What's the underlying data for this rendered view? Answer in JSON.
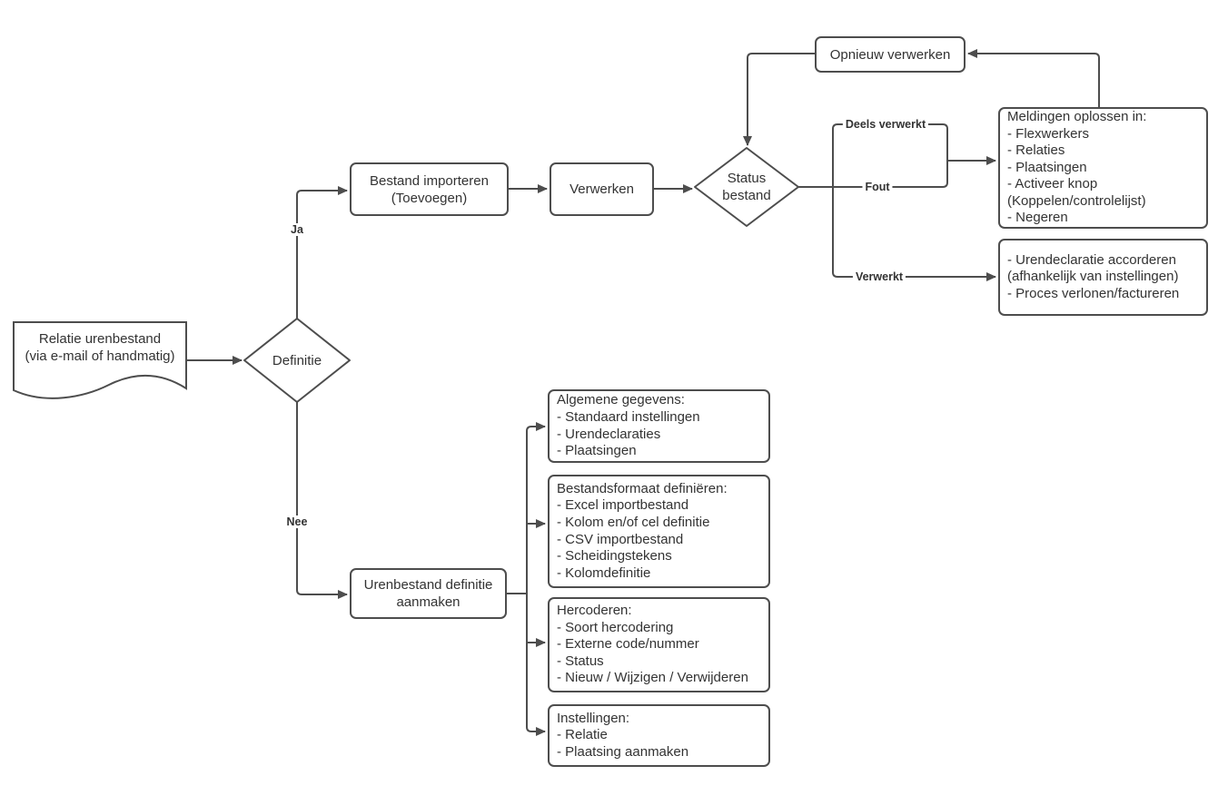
{
  "diagram": {
    "colors": {
      "stroke": "#4d4d4d",
      "text": "#333333",
      "background": "#ffffff"
    },
    "nodes": {
      "relatie_urenbestand": {
        "line1": "Relatie urenbestand",
        "line2": "(via e-mail of handmatig)"
      },
      "definitie": {
        "label": "Definitie"
      },
      "bestand_importeren": {
        "line1": "Bestand importeren",
        "line2": "(Toevoegen)"
      },
      "verwerken": {
        "label": "Verwerken"
      },
      "status_bestand": {
        "line1": "Status",
        "line2": "bestand"
      },
      "opnieuw_verwerken": {
        "label": "Opnieuw verwerken"
      },
      "meldingen": {
        "title": "Meldingen oplossen in:",
        "lines": [
          "- Flexwerkers",
          "- Relaties",
          "- Plaatsingen",
          "- Activeer knop",
          "(Koppelen/controlelijst)",
          "- Negeren"
        ]
      },
      "verwerkt_acties": {
        "lines": [
          "- Urendeclaratie accorderen",
          "(afhankelijk van instellingen)",
          "- Proces verlonen/factureren"
        ]
      },
      "urenbestand_definitie": {
        "line1": "Urenbestand definitie",
        "line2": "aanmaken"
      },
      "algemene_gegevens": {
        "title": "Algemene gegevens:",
        "lines": [
          "- Standaard instellingen",
          "- Urendeclaraties",
          "- Plaatsingen"
        ]
      },
      "bestandsformaat": {
        "title": "Bestandsformaat definiëren:",
        "lines": [
          "- Excel importbestand",
          "- Kolom en/of cel definitie",
          "- CSV importbestand",
          "- Scheidingstekens",
          "- Kolomdefinitie"
        ]
      },
      "hercoderen": {
        "title": "Hercoderen:",
        "lines": [
          "- Soort hercodering",
          "- Externe code/nummer",
          "- Status",
          "- Nieuw / Wijzigen / Verwijderen"
        ]
      },
      "instellingen": {
        "title": "Instellingen:",
        "lines": [
          "- Relatie",
          "- Plaatsing aanmaken"
        ]
      }
    },
    "edge_labels": {
      "ja": "Ja",
      "nee": "Nee",
      "deels_verwerkt": "Deels verwerkt",
      "fout": "Fout",
      "verwerkt": "Verwerkt"
    }
  }
}
